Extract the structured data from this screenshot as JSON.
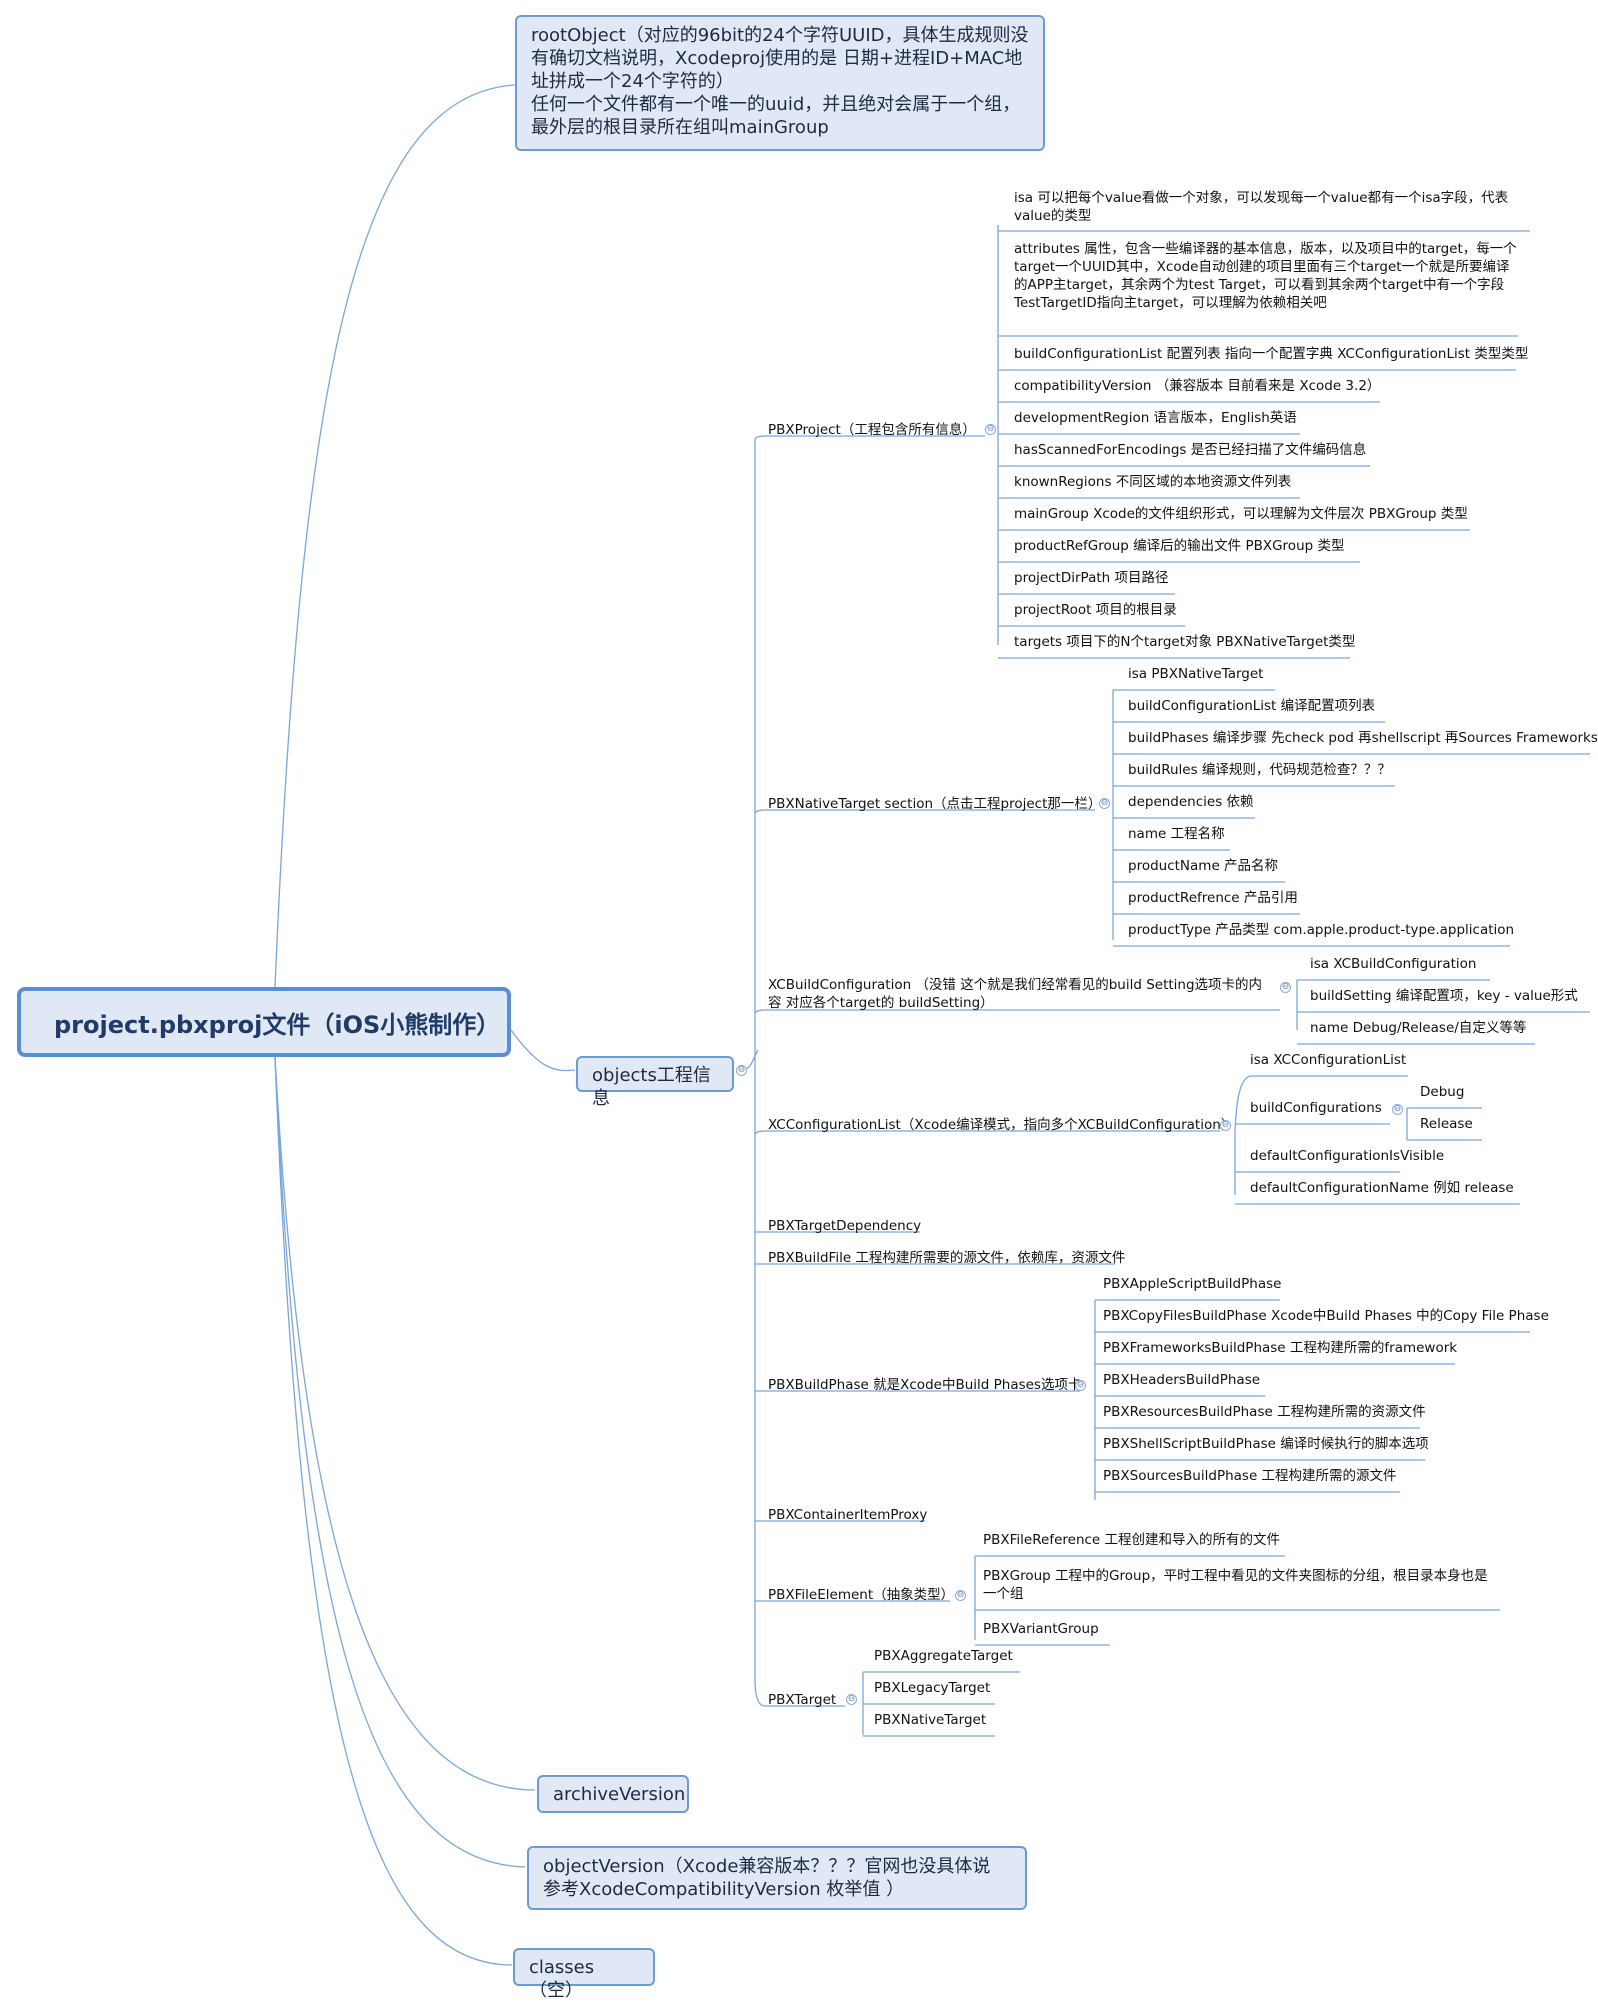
{
  "root": "project.pbxproj文件（iOS小熊制作）",
  "rootObject": "rootObject（对应的96bit的24个字符UUID，具体生成规则没有确切文档说明，Xcodeproj使用的是 日期+进程ID+MAC地址拼成一个24个字符的）\n任何一个文件都有一个唯一的uuid，并且绝对会属于一个组，最外层的根目录所在组叫mainGroup",
  "objects": "objects工程信息",
  "archiveVersion": "archiveVersion",
  "objectVersion": "objectVersion（Xcode兼容版本？？？官网也没具体说 参考XcodeCompatibilityVersion 枚举值 ）",
  "classes": "classes（空）",
  "collapse_glyph": "⊖",
  "pbxproject": {
    "label": "PBXProject（工程包含所有信息）",
    "items": [
      "isa 可以把每个value看做一个对象，可以发现每一个value都有一个isa字段，代表value的类型",
      "attributes 属性，包含一些编译器的基本信息，版本，以及项目中的target，每一个target一个UUID其中，Xcode自动创建的项目里面有三个target一个就是所要编译的APP主target，其余两个为test Target，可以看到其余两个target中有一个字段TestTargetID指向主target，可以理解为依赖相关吧",
      "buildConfigurationList 配置列表 指向一个配置字典 XCConfigurationList 类型类型",
      "compatibilityVersion （兼容版本 目前看来是 Xcode 3.2）",
      "developmentRegion 语言版本，English英语",
      "hasScannedForEncodings 是否已经扫描了文件编码信息",
      "knownRegions 不同区域的本地资源文件列表",
      "mainGroup Xcode的文件组织形式，可以理解为文件层次 PBXGroup 类型",
      "productRefGroup  编译后的输出文件 PBXGroup 类型",
      "projectDirPath 项目路径",
      "projectRoot 项目的根目录",
      "targets 项目下的N个target对象 PBXNativeTarget类型"
    ]
  },
  "pbxnativetarget": {
    "label": "PBXNativeTarget  section（点击工程project那一栏）",
    "items": [
      "isa PBXNativeTarget",
      "buildConfigurationList 编译配置项列表",
      "buildPhases 编译步骤 先check pod 再shellscript 再Sources Frameworks等",
      "buildRules 编译规则，代码规范检查？？？",
      "dependencies 依赖",
      "name 工程名称",
      "productName 产品名称",
      "productRefrence 产品引用",
      "productType 产品类型  com.apple.product-type.application"
    ]
  },
  "xcbuildconfiguration": {
    "label": "XCBuildConfiguration （没错 这个就是我们经常看见的build Setting选项卡的内容 对应各个target的  buildSetting）",
    "items": [
      "isa   XCBuildConfiguration",
      "buildSetting 编译配置项，key - value形式",
      "name  Debug/Release/自定义等等"
    ]
  },
  "xcconfigurationlist": {
    "label": "XCConfigurationList（Xcode编译模式，指向多个XCBuildConfiguration）",
    "isa": "isa XCConfigurationList",
    "buildConfigurations": "buildConfigurations",
    "configs": [
      "Debug",
      "Release"
    ],
    "defaultVisible": "defaultConfigurationIsVisible",
    "defaultName": "defaultConfigurationName   例如 release"
  },
  "pbxtargetdependency": "PBXTargetDependency",
  "pbxbuildfile": "PBXBuildFile 工程构建所需要的源文件，依赖库，资源文件",
  "pbxbuildphase": {
    "label": "PBXBuildPhase  就是Xcode中Build Phases选项卡",
    "items": [
      "PBXAppleScriptBuildPhase",
      "PBXCopyFilesBuildPhase Xcode中Build Phases 中的Copy File Phase",
      "PBXFrameworksBuildPhase 工程构建所需的framework",
      "PBXHeadersBuildPhase",
      "PBXResourcesBuildPhase 工程构建所需的资源文件",
      "PBXShellScriptBuildPhase 编译时候执行的脚本选项",
      "PBXSourcesBuildPhase 工程构建所需的源文件"
    ]
  },
  "pbxcontaineritemproxy": "PBXContainerItemProxy",
  "pbxfileelement": {
    "label": "PBXFileElement（抽象类型）",
    "items": [
      "PBXFileReference 工程创建和导入的所有的文件",
      "PBXGroup 工程中的Group，平时工程中看见的文件夹图标的分组，根目录本身也是一个组",
      "PBXVariantGroup"
    ]
  },
  "pbxtarget": {
    "label": "PBXTarget",
    "items": [
      "PBXAggregateTarget",
      "PBXLegacyTarget",
      "PBXNativeTarget"
    ]
  }
}
